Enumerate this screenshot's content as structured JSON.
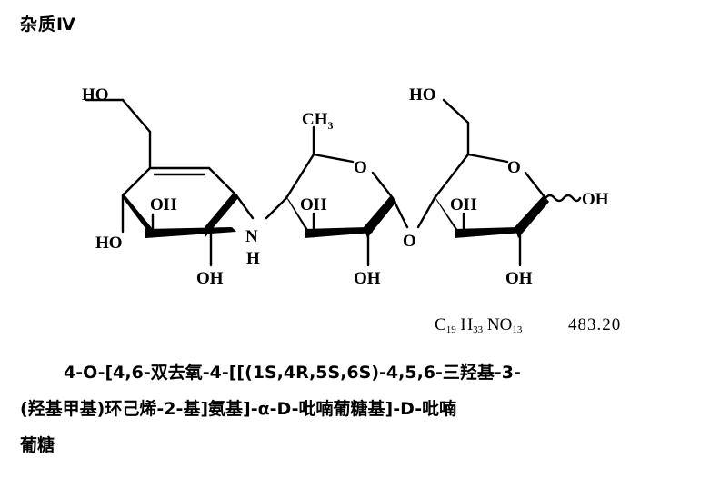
{
  "title": "杂质Ⅳ",
  "labels": {
    "ho1": "HO",
    "oh1": "OH",
    "ho2": "HO",
    "oh2": "OH",
    "n": "N",
    "h": "H",
    "ch3": "CH",
    "ch3_sub": "3",
    "ring_o2": "O",
    "oh3": "OH",
    "oh4": "OH",
    "bridge_o": "O",
    "ho3": "HO",
    "ring_o3": "O",
    "oh5": "OH",
    "oh6": "OH",
    "oh7": "OH"
  },
  "formula": {
    "c": "C",
    "c_n": "19",
    "h": "H",
    "h_n": "33",
    "n": "NO",
    "n_n": "13",
    "mw": "483.20"
  },
  "name": {
    "line1": "4-O-[4,6-双去氧-4-[[(1S,4R,5S,6S)-4,5,6-三羟基-3-",
    "line2": "(羟基甲基)环己烯-2-基]氨基]-α-D-吡喃葡糖基]-D-吡喃",
    "line3": "葡糖"
  }
}
